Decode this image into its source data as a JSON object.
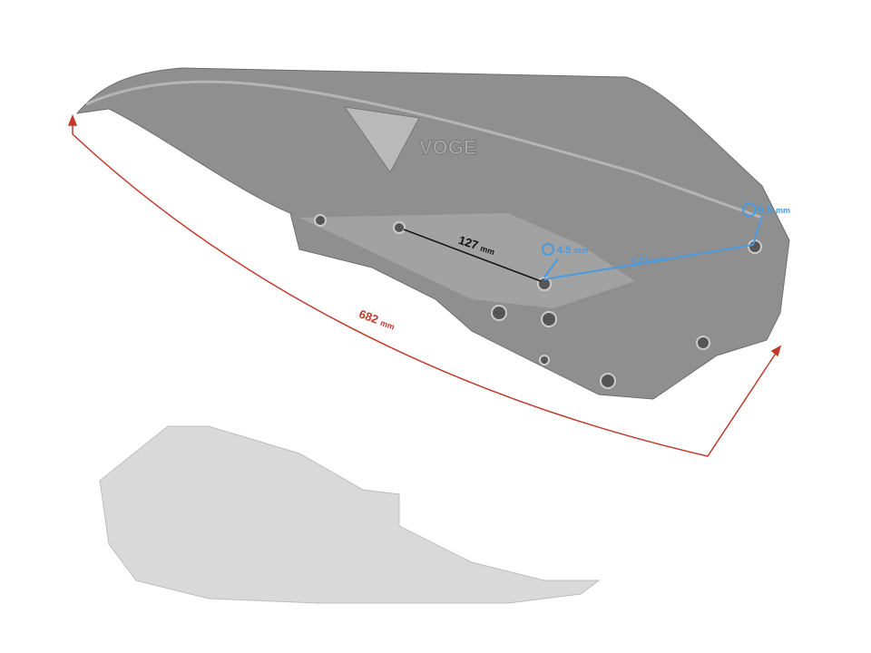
{
  "brand": "VOGE",
  "dimensions": {
    "length": {
      "value": "682",
      "unit": "mm"
    },
    "hole_spacing_black": {
      "value": "127",
      "unit": "mm"
    },
    "hole_spacing_blue": {
      "value": "177",
      "unit": "mm"
    },
    "hole_diameter_left": {
      "value": "4.5",
      "unit": "mm"
    },
    "hole_diameter_right": {
      "value": "6.5",
      "unit": "mm"
    }
  },
  "colors": {
    "red": "#c0392b",
    "blue": "#4a9be0",
    "part": "#8e8e8e"
  }
}
